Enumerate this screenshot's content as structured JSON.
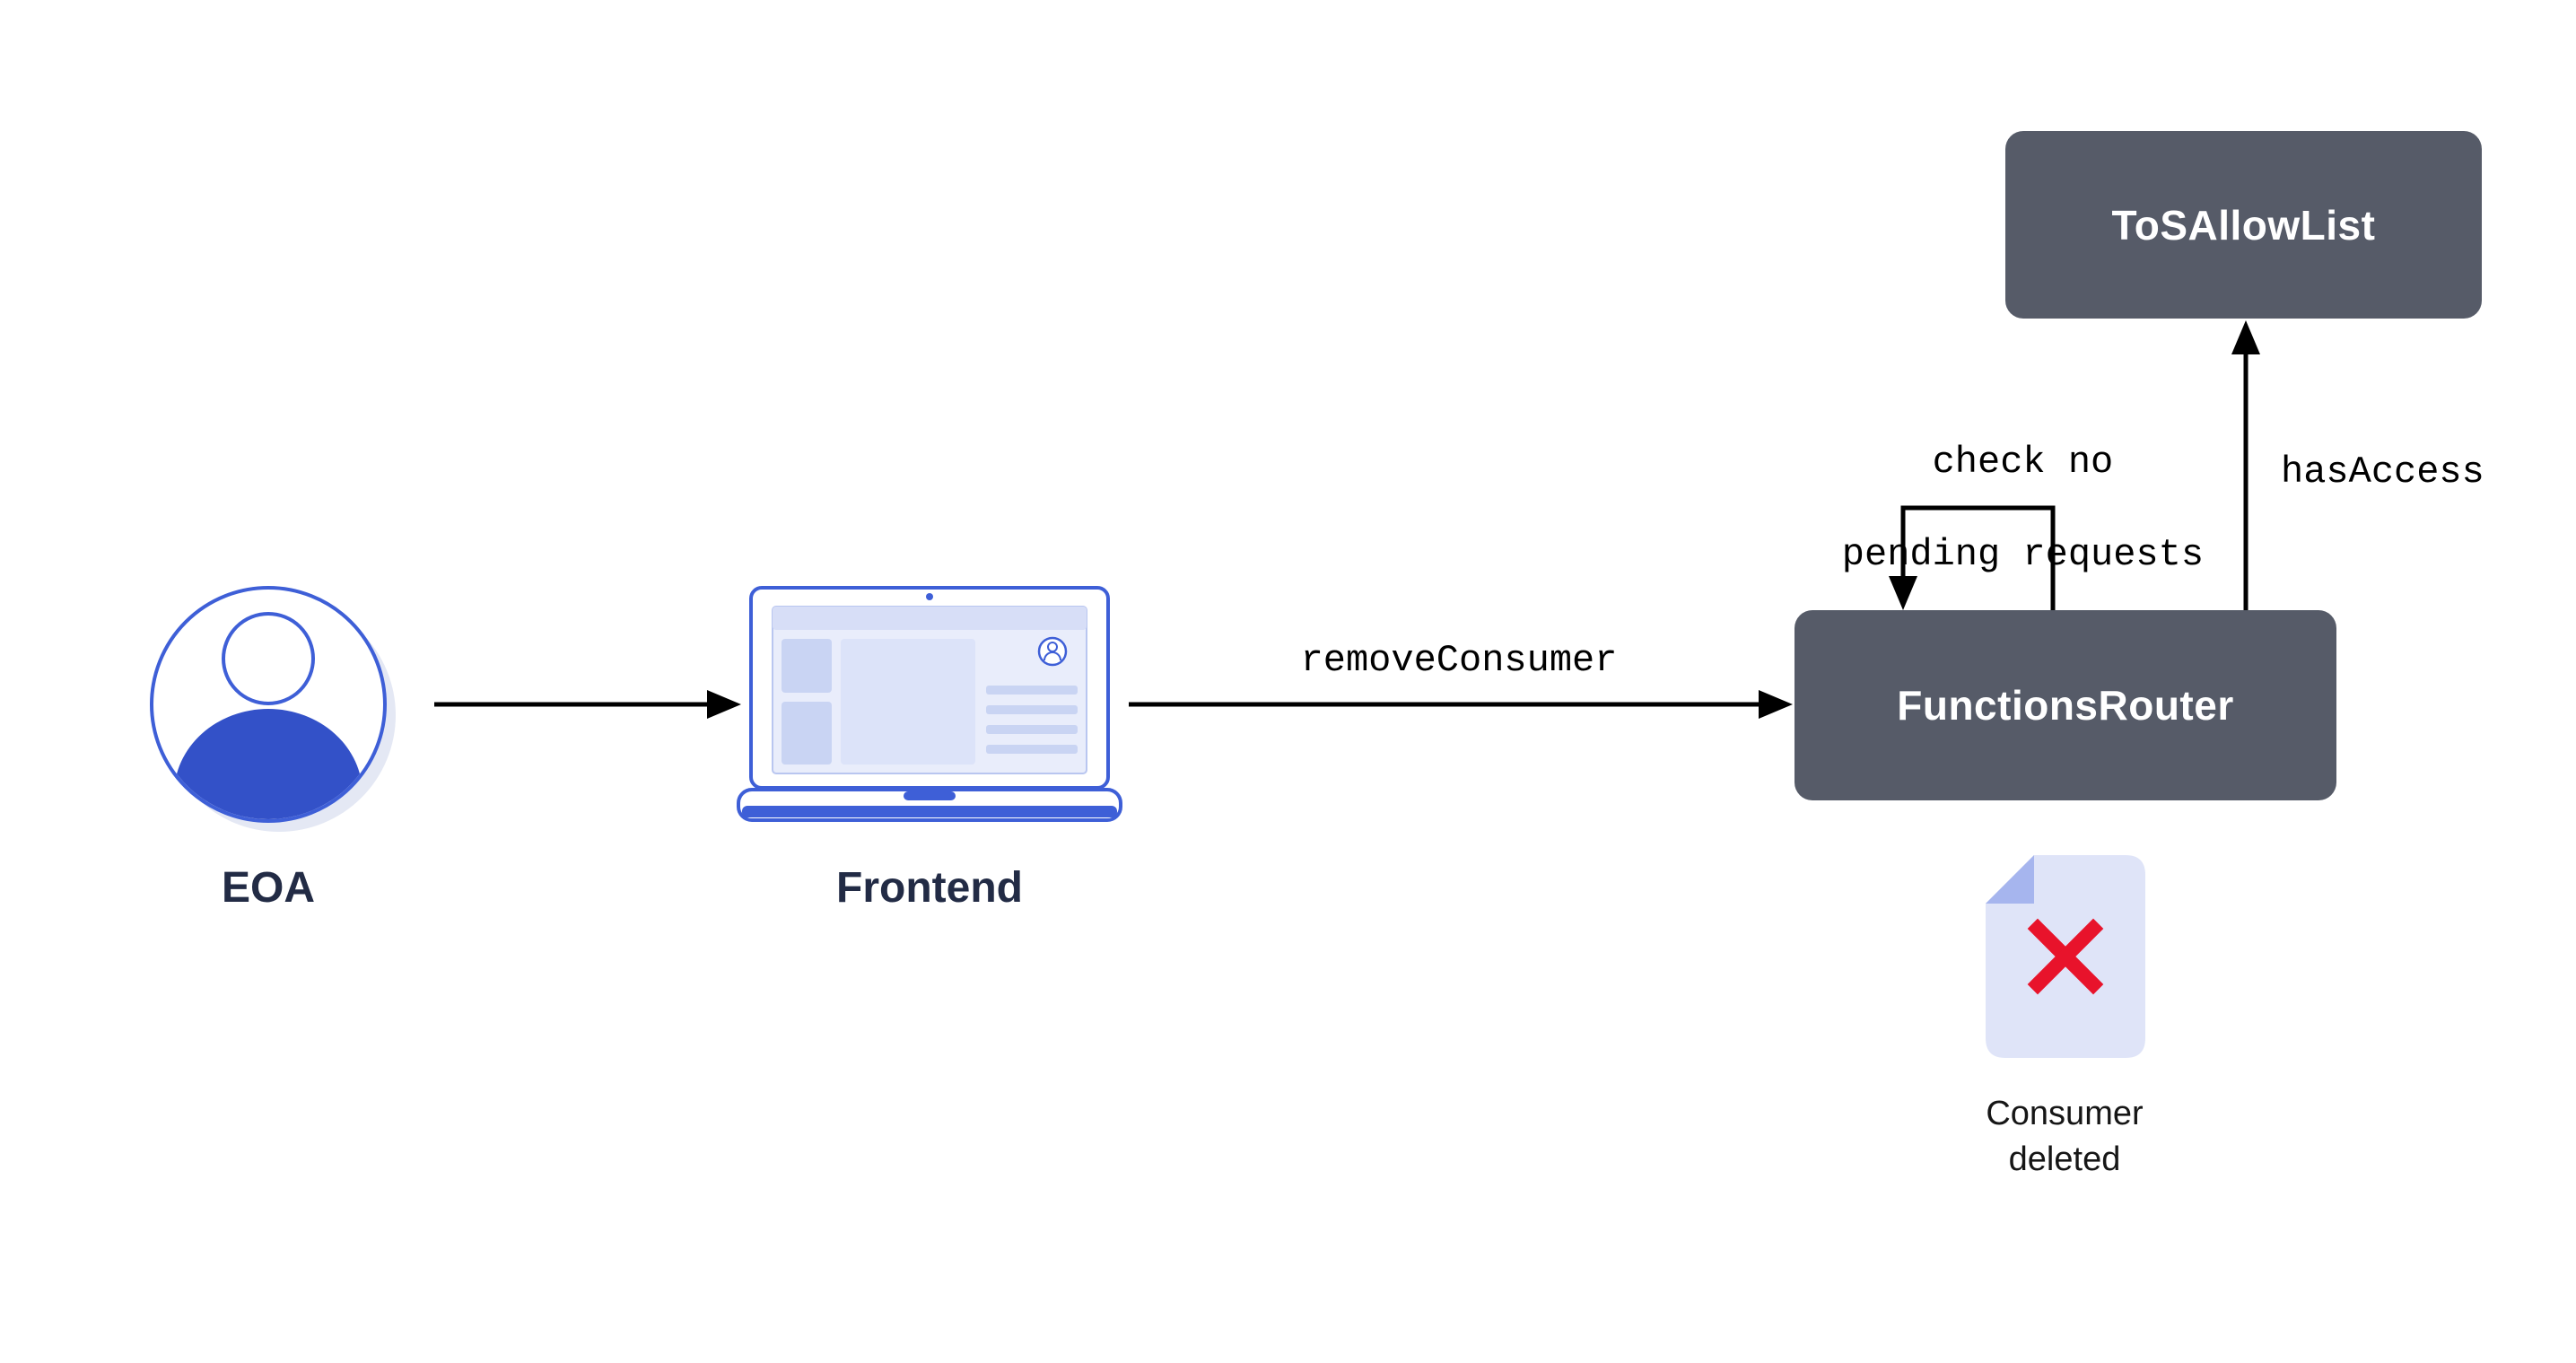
{
  "diagram": {
    "background": "#ffffff",
    "nodes": {
      "eoa": {
        "label": "EOA"
      },
      "frontend": {
        "label": "Frontend"
      },
      "functions_router": {
        "label": "FunctionsRouter"
      },
      "tos_allow_list": {
        "label": "ToSAllowList"
      },
      "consumer_deleted": {
        "label_line1": "Consumer",
        "label_line2": "deleted"
      }
    },
    "edges": {
      "remove_consumer": {
        "label": "removeConsumer"
      },
      "check_pending": {
        "label_line1": "check no",
        "label_line2": "pending requests"
      },
      "has_access": {
        "label": "hasAccess"
      }
    },
    "colors": {
      "node_bg": "#565B68",
      "node_text": "#FFFFFF",
      "accent_blue": "#3E5FD7",
      "avatar_fill": "#3351C8",
      "avatar_shadow": "#E4E8F4",
      "screen_fill": "#E9EDFB",
      "screen_header": "#D7DEF7",
      "screen_block": "#C9D4F3",
      "doc_fill": "#DFE4F8",
      "doc_fold": "#A6B5EE",
      "error_red": "#E8132B",
      "label_navy": "#222B45",
      "arrow": "#000000"
    }
  }
}
